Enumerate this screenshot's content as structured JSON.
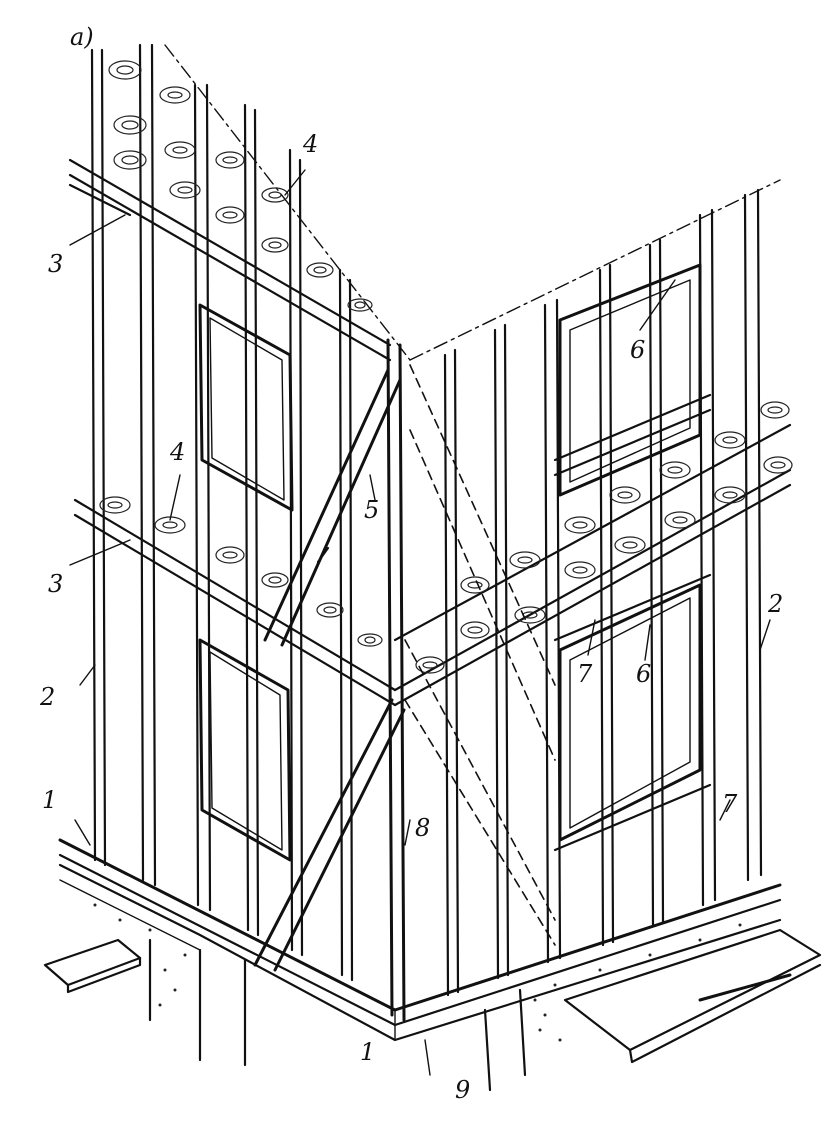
{
  "figure_label": "а)",
  "callouts": [
    {
      "id": "c-1-left",
      "text": "1"
    },
    {
      "id": "c-1-bottom",
      "text": "1"
    },
    {
      "id": "c-2-left",
      "text": "2"
    },
    {
      "id": "c-2-right",
      "text": "2"
    },
    {
      "id": "c-3-top",
      "text": "3"
    },
    {
      "id": "c-3-mid",
      "text": "3"
    },
    {
      "id": "c-4-top",
      "text": "4"
    },
    {
      "id": "c-4-mid",
      "text": "4"
    },
    {
      "id": "c-5",
      "text": "5"
    },
    {
      "id": "c-6-top",
      "text": "6"
    },
    {
      "id": "c-6-mid",
      "text": "6"
    },
    {
      "id": "c-7-mid",
      "text": "7"
    },
    {
      "id": "c-7-bottom",
      "text": "7"
    },
    {
      "id": "c-8",
      "text": "8"
    },
    {
      "id": "c-9",
      "text": "9"
    }
  ]
}
